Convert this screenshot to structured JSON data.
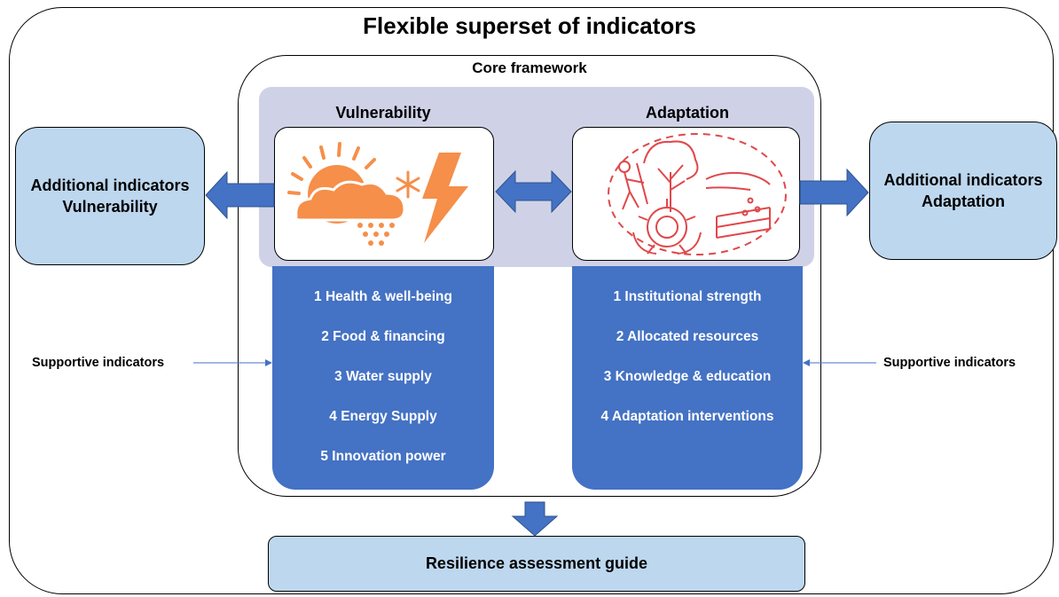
{
  "title": "Flexible superset of indicators",
  "core": {
    "title": "Core framework",
    "vulnerability": {
      "heading": "Vulnerability",
      "items": [
        "1 Health & well-being",
        "2 Food & financing",
        "3 Water supply",
        "4 Energy Supply",
        "5 Innovation power"
      ]
    },
    "adaptation": {
      "heading": "Adaptation",
      "items": [
        "1  Institutional strength",
        "2 Allocated resources",
        "3 Knowledge & education",
        "4 Adaptation interventions"
      ]
    }
  },
  "additional": {
    "left": {
      "line1": "Additional indicators",
      "line2": "Vulnerability"
    },
    "right": {
      "line1": "Additional indicators",
      "line2": "Adaptation"
    }
  },
  "supportive": {
    "left": "Supportive indicators",
    "right": "Supportive indicators"
  },
  "guide": "Resilience assessment guide",
  "colors": {
    "list_fill": "#4472c4",
    "side_box_fill": "#bdd7ee",
    "band_fill": "#cfd2e7",
    "arrow_fill": "#4472c4",
    "weather_icon": "#f58f4a",
    "adaptation_icon": "#e0484b"
  },
  "icons": {
    "vulnerability": "weather-storm-icon",
    "adaptation": "adaptation-sketch-icon"
  }
}
